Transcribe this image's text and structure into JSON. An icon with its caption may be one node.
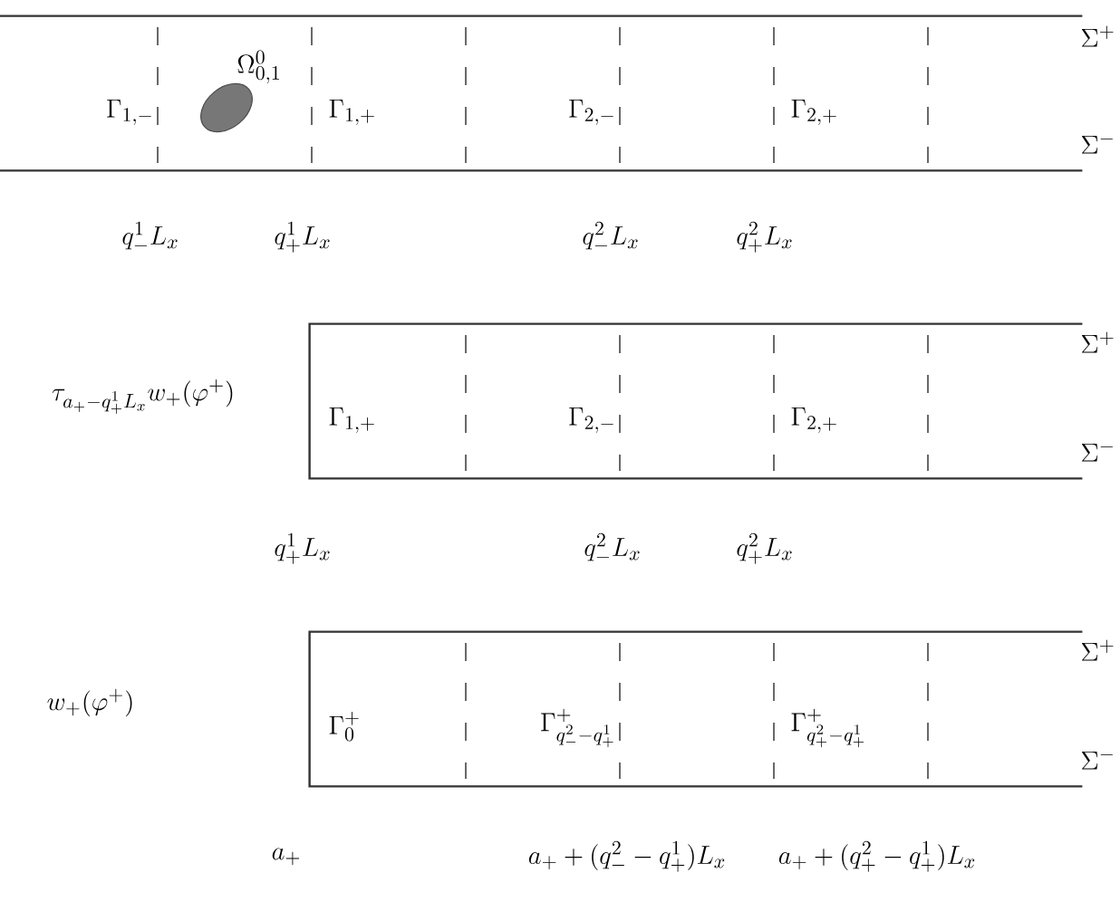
{
  "diagram": {
    "nodes": [
      {
        "text": [
          "\\Gamma_{1,-}",
          "\\Gamma_{1,+}",
          "\\Gamma_{2,-}",
          "\\Gamma_{2,+}"
        ],
        "beside": [
          "\\Sigma^+",
          "\\Sigma^-"
        ]
      },
      {
        "text": [
          "\\Gamma_{1,+}",
          "\\Gamma_{2,-}",
          "\\Gamma_{2,+}"
        ],
        "beside": [
          "\\Sigma^+",
          "\\Sigma^-"
        ]
      },
      {
        "text": [
          "\\Gamma^+_0",
          "\\Gamma^+_{q^2_- - q^1_+}",
          "\\Gamma^+_{q^2_+ - q^1_+}"
        ],
        "beside": [
          "\\Sigma^+",
          "\\Sigma^-"
        ]
      }
    ],
    "labels": [
      "\\Omega^0_{0,1}",
      "q^1_- L_x",
      "q^1_+ L_x",
      "q^2_- L_x",
      "q^2_+ L_x",
      "\\tau_{a_+ - q^1_+ L_x} w_+(\\varphi^+)",
      "q^1_+ L_x",
      "q^2_- L_x",
      "q^2_+ L_x",
      "w_+(\\varphi^+)",
      "a_+",
      "a_+ + (q^2_- - q^1_+) L_x",
      "a_+ + (q^2_+ - q^1_+) L_x"
    ]
  }
}
